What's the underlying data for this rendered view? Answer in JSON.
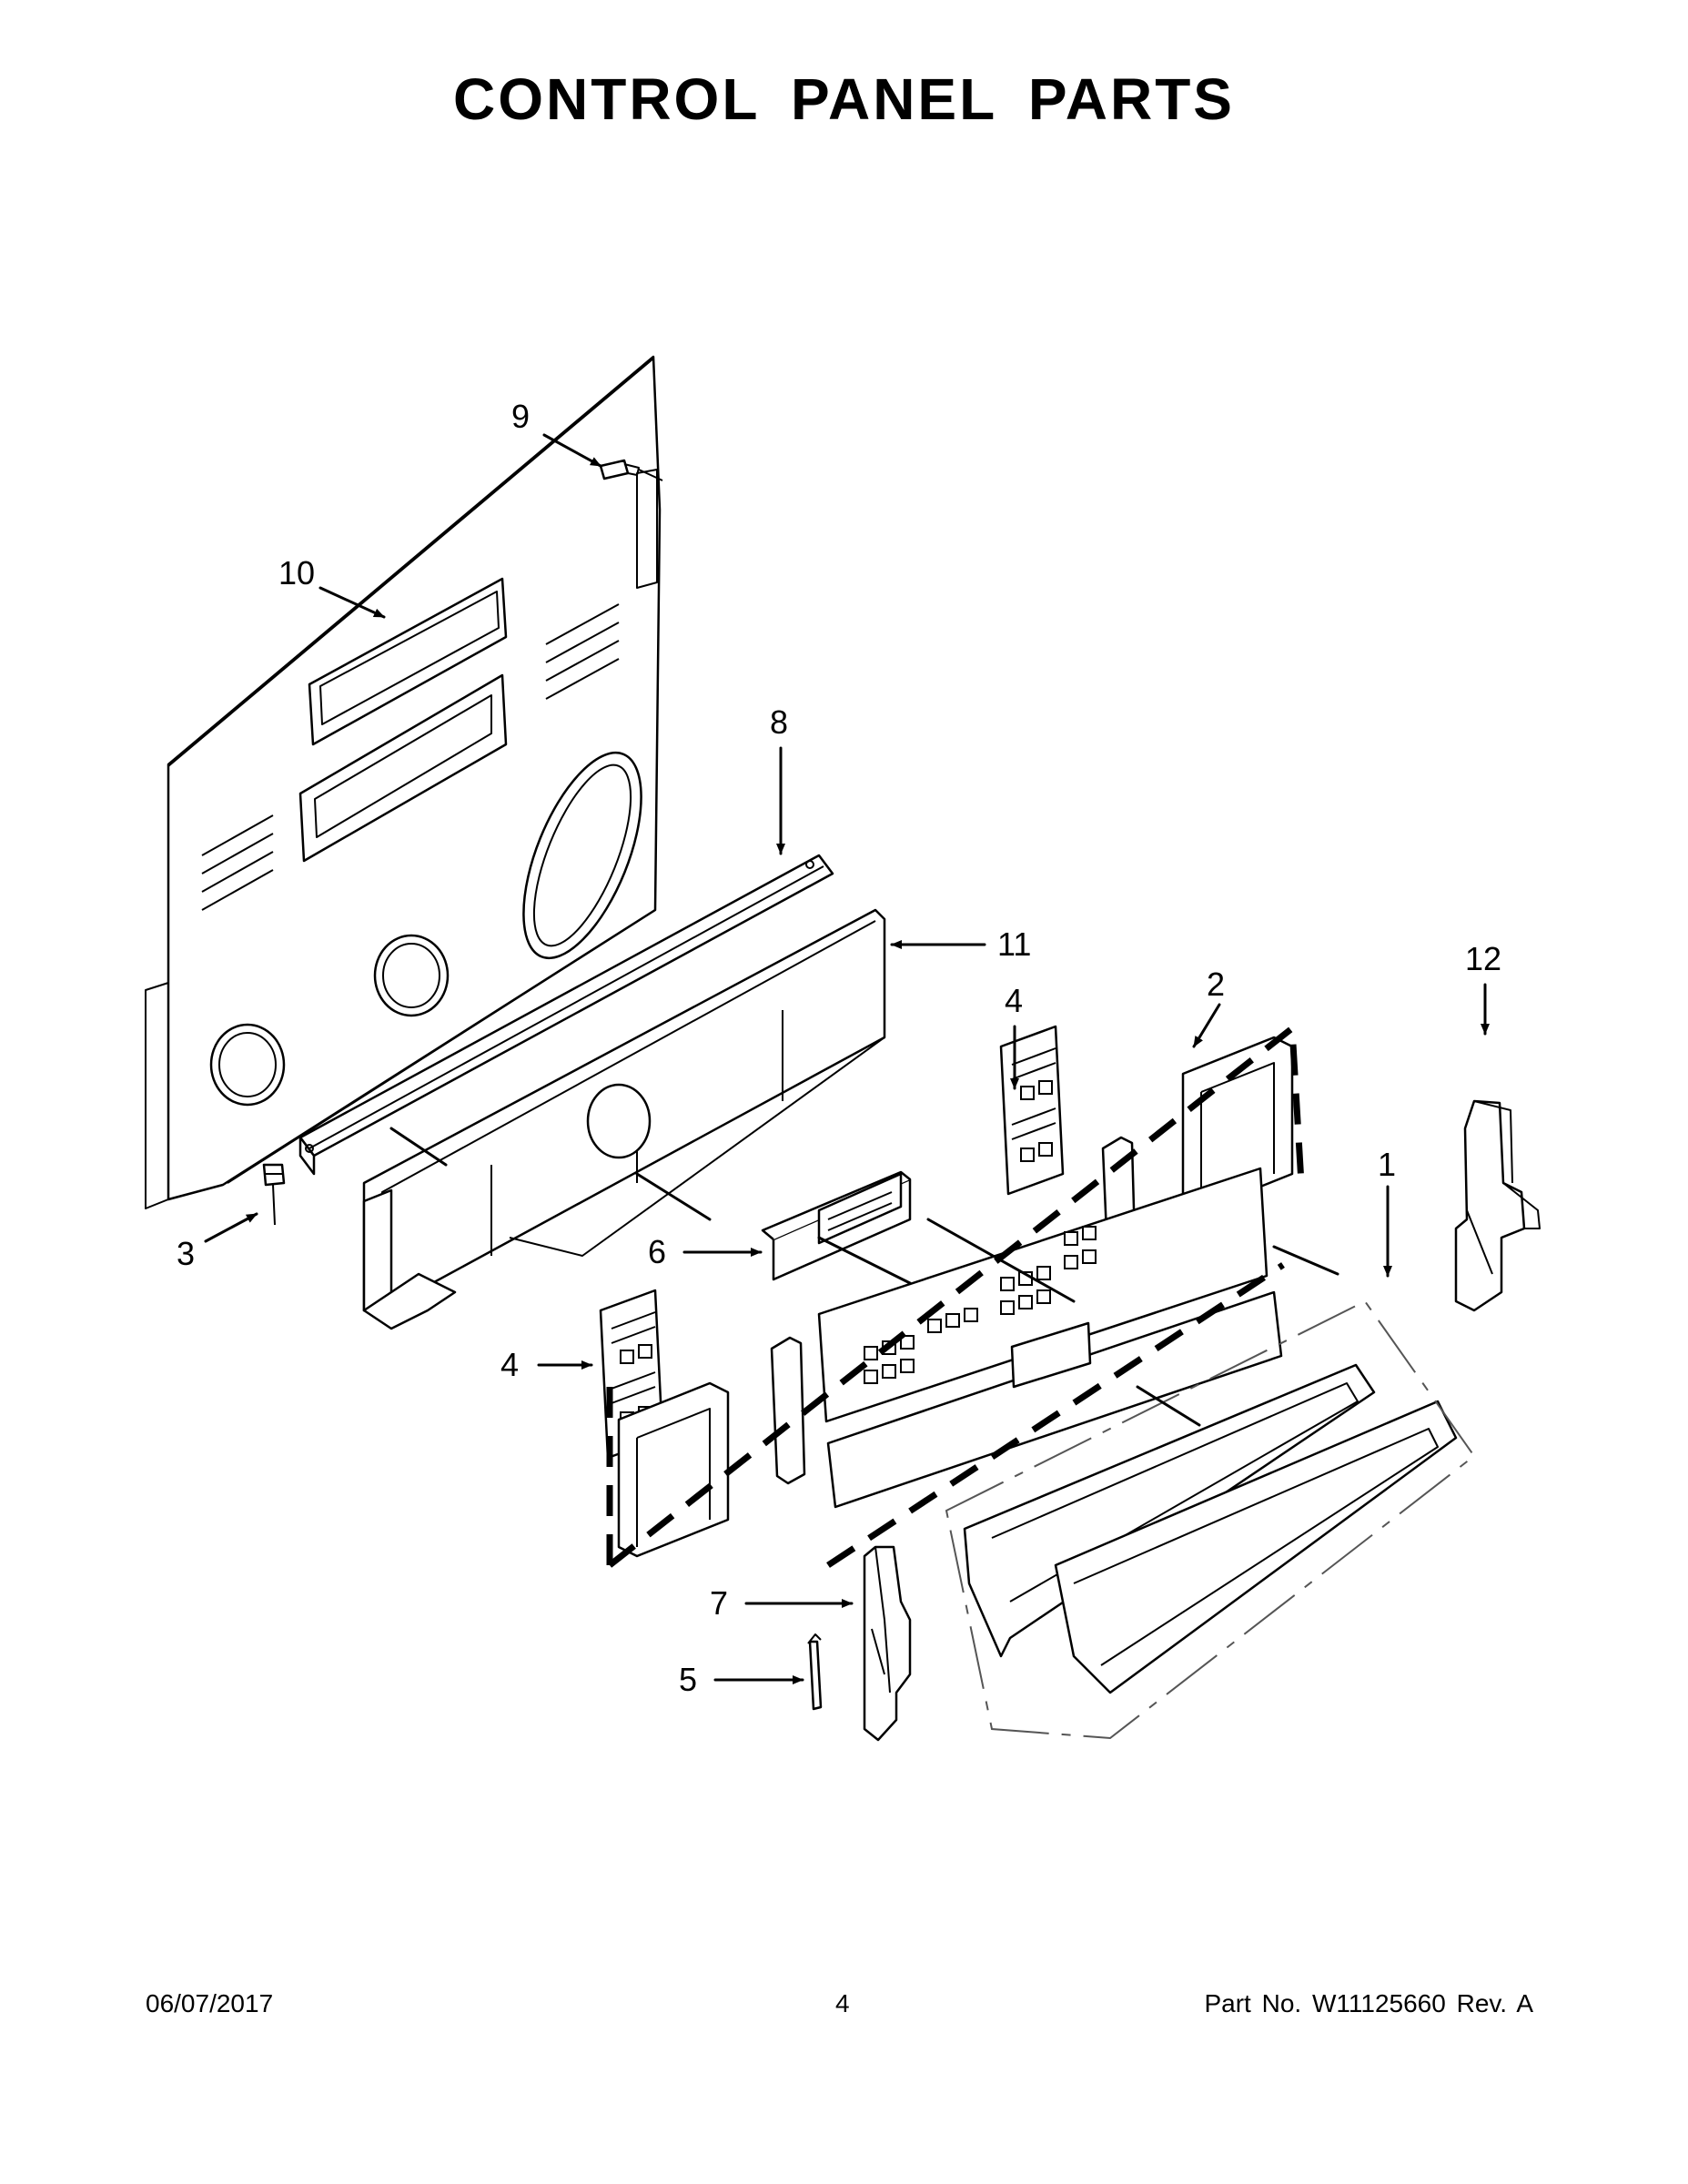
{
  "title": "CONTROL PANEL PARTS",
  "footer": {
    "date": "06/07/2017",
    "page": "4",
    "part": "Part No.  W11125660  Rev.  A"
  },
  "callouts": {
    "c9": "9",
    "c10": "10",
    "c8": "8",
    "c11": "11",
    "c12": "12",
    "c4a": "4",
    "c2": "2",
    "c1": "1",
    "c3": "3",
    "c6": "6",
    "c4b": "4",
    "c7": "7",
    "c5": "5"
  }
}
